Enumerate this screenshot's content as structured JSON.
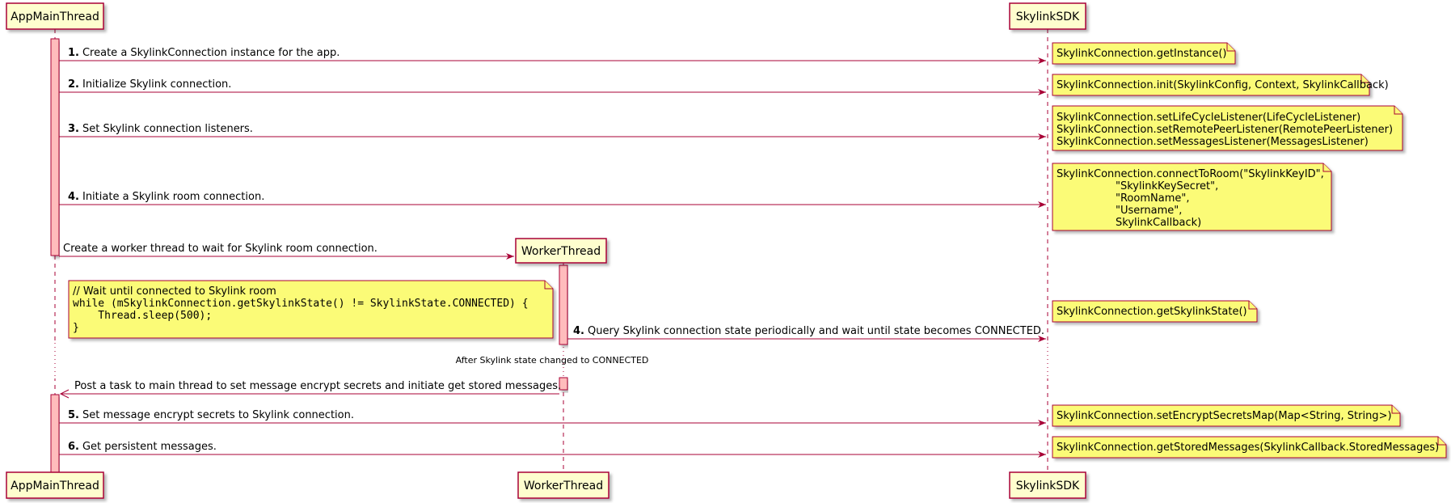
{
  "participants": {
    "app_main": "AppMainThread",
    "worker": "WorkerThread",
    "sdk": "SkylinkSDK"
  },
  "messages": [
    {
      "num": "1.",
      "text": "Create a SkylinkConnection instance for the app."
    },
    {
      "num": "2.",
      "text": "Initialize Skylink connection."
    },
    {
      "num": "3.",
      "text": "Set Skylink connection listeners."
    },
    {
      "num": "4.",
      "text": "Initiate a Skylink room connection."
    },
    {
      "num": "",
      "text": "Create a worker thread to wait for Skylink room connection."
    },
    {
      "num": "4.",
      "text": "Query Skylink connection state periodically and wait until state becomes CONNECTED."
    },
    {
      "num": "",
      "text": "Post a task to main thread to set message encrypt secrets and initiate get stored messages."
    },
    {
      "num": "5.",
      "text": "Set message encrypt secrets to Skylink connection."
    },
    {
      "num": "6.",
      "text": "Get persistent messages."
    }
  ],
  "notes": [
    {
      "lines": [
        "SkylinkConnection.getInstance()"
      ]
    },
    {
      "lines": [
        "SkylinkConnection.init(SkylinkConfig, Context, SkylinkCallback)"
      ]
    },
    {
      "lines": [
        "SkylinkConnection.setLifeCycleListener(LifeCycleListener)",
        "SkylinkConnection.setRemotePeerListener(RemotePeerListener)",
        "SkylinkConnection.setMessagesListener(MessagesListener)"
      ]
    },
    {
      "lines": [
        "SkylinkConnection.connectToRoom(\"SkylinkKeyID\",",
        "\"SkylinkKeySecret\",",
        "\"RoomName\",",
        "\"Username\",",
        "SkylinkCallback)"
      ]
    },
    {
      "lines": [
        "SkylinkConnection.getSkylinkState()"
      ]
    },
    {
      "lines": [
        "SkylinkConnection.setEncryptSecretsMap(Map<String, String>)"
      ]
    },
    {
      "lines": [
        "SkylinkConnection.getStoredMessages(SkylinkCallback.StoredMessages)"
      ]
    }
  ],
  "code_note": {
    "lines": [
      "// Wait until connected to Skylink room",
      "while (mSkylinkConnection.getSkylinkState() != SkylinkState.CONNECTED) {",
      "    Thread.sleep(500);",
      "}"
    ]
  },
  "delay_text": "After Skylink state changed to CONNECTED",
  "colors": {
    "accent": "#A80036",
    "participant_fill": "#FEFECE",
    "activation_fill": "#FFBCBC",
    "note_fill": "#FBFB77"
  }
}
